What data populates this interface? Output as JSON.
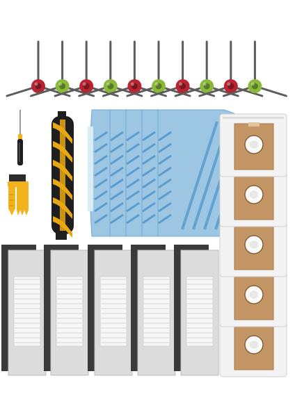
{
  "product_photo": {
    "items": {
      "side_brushes": {
        "count": 10,
        "hub_colors": [
          "red",
          "green"
        ]
      },
      "tools": [
        "screwdriver",
        "cleaning-brush"
      ],
      "main_roller_brush": {
        "count": 1
      },
      "mop_pads": {
        "count": 5
      },
      "dust_bags": {
        "count": 5
      },
      "hepa_filters": {
        "count": 5
      }
    },
    "colors": {
      "background": "#ffffff",
      "brush_arm": "#5c5c5c",
      "hub_red": "#b8242f",
      "hub_green": "#8ab83a",
      "roller_black": "#1e1e1e",
      "roller_yellow": "#e8a814",
      "mop_blue": "#9cc6e2",
      "mop_stripe": "#5a9dd0",
      "bag_fleece": "#f3f3f3",
      "bag_cardboard": "#c59665",
      "filter_frame": "#dcdcdc",
      "filter_pleat": "#f6f6f6",
      "filter_sponge": "#3a3a3a",
      "tool_handle": "#f2b21c"
    }
  }
}
